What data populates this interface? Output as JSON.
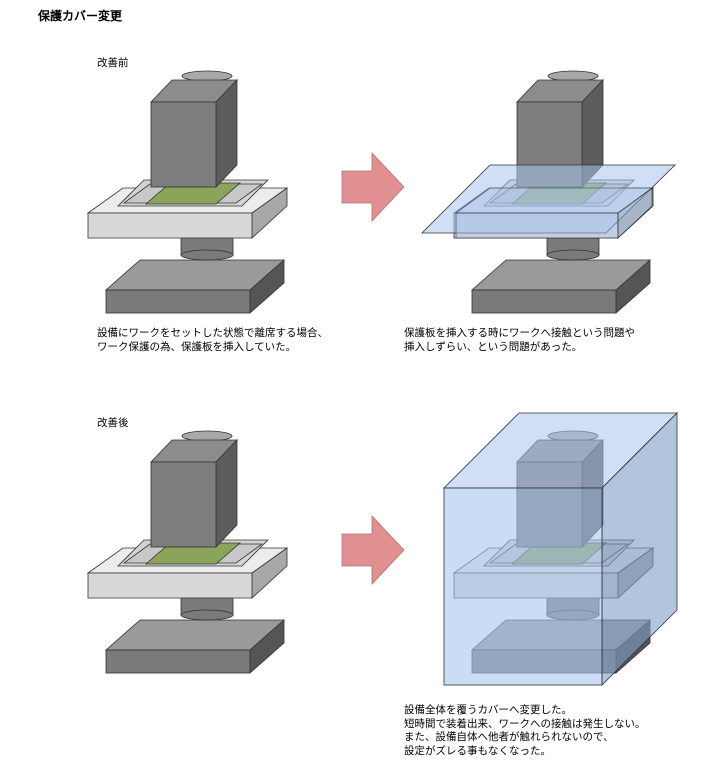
{
  "title": "保護カバー変更",
  "sections": {
    "before": {
      "label": "改善前",
      "left_caption": "設備にワークをセットした状態で離席する場合、\nワーク保護の為、保護板を挿入していた。",
      "right_caption": "保護板を挿入する時にワークへ接触という問題や\n挿入しずらい、という問題があった。"
    },
    "after": {
      "label": "改善後",
      "caption": "設備全体を覆うカバーへ変更した。\n短時間で装着出来、ワークへの接触は発生しない。\nまた、設備自体へ他者が触れられないので、\n設定がズレる事もなくなった。"
    }
  },
  "colors": {
    "arrow": "#e09090",
    "work": "#8aa45a",
    "cover": "#a9c4ee",
    "dark_gray": "#7a7a7a",
    "light_gray": "#d8d8d8"
  }
}
